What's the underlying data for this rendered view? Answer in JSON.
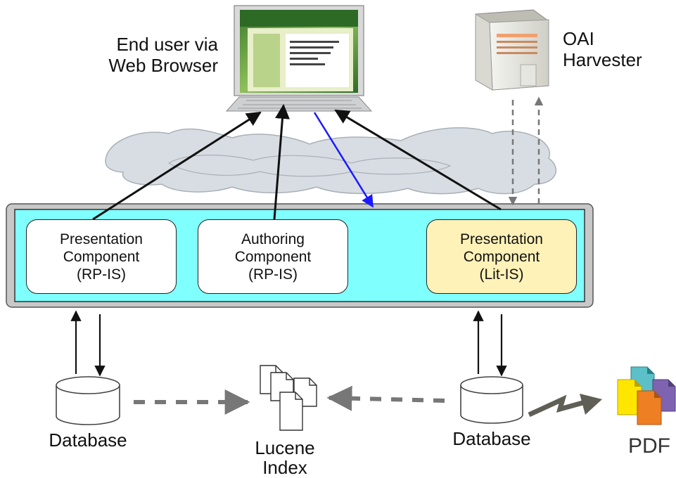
{
  "labels": {
    "end_user": "End user via\nWeb Browser",
    "oai_harvester": "OAI\nHarvester",
    "database_left": "Database",
    "database_right": "Database",
    "lucene_index": "Lucene\nIndex",
    "pdf": "PDF"
  },
  "components": [
    {
      "text": "Presentation\nComponent\n(RP-IS)",
      "fill": "#ffffff"
    },
    {
      "text": "Authoring\nComponent\n(RP-IS)",
      "fill": "#ffffff"
    },
    {
      "text": "Presentation\nComponent\n(Lit-IS)",
      "fill": "#fff2b8"
    }
  ],
  "colors": {
    "container_fill": "#80ffff",
    "container_frame": "#c8c8c8",
    "arrow": "#111111",
    "blue_arrow": "#1a1aff",
    "dashed_grey": "#666666",
    "cloud": "#d8dde3",
    "pdf_cyan": "#5bc0c8",
    "pdf_yellow": "#ffe600",
    "pdf_orange": "#ee7f22",
    "pdf_purple": "#7e63b0"
  }
}
